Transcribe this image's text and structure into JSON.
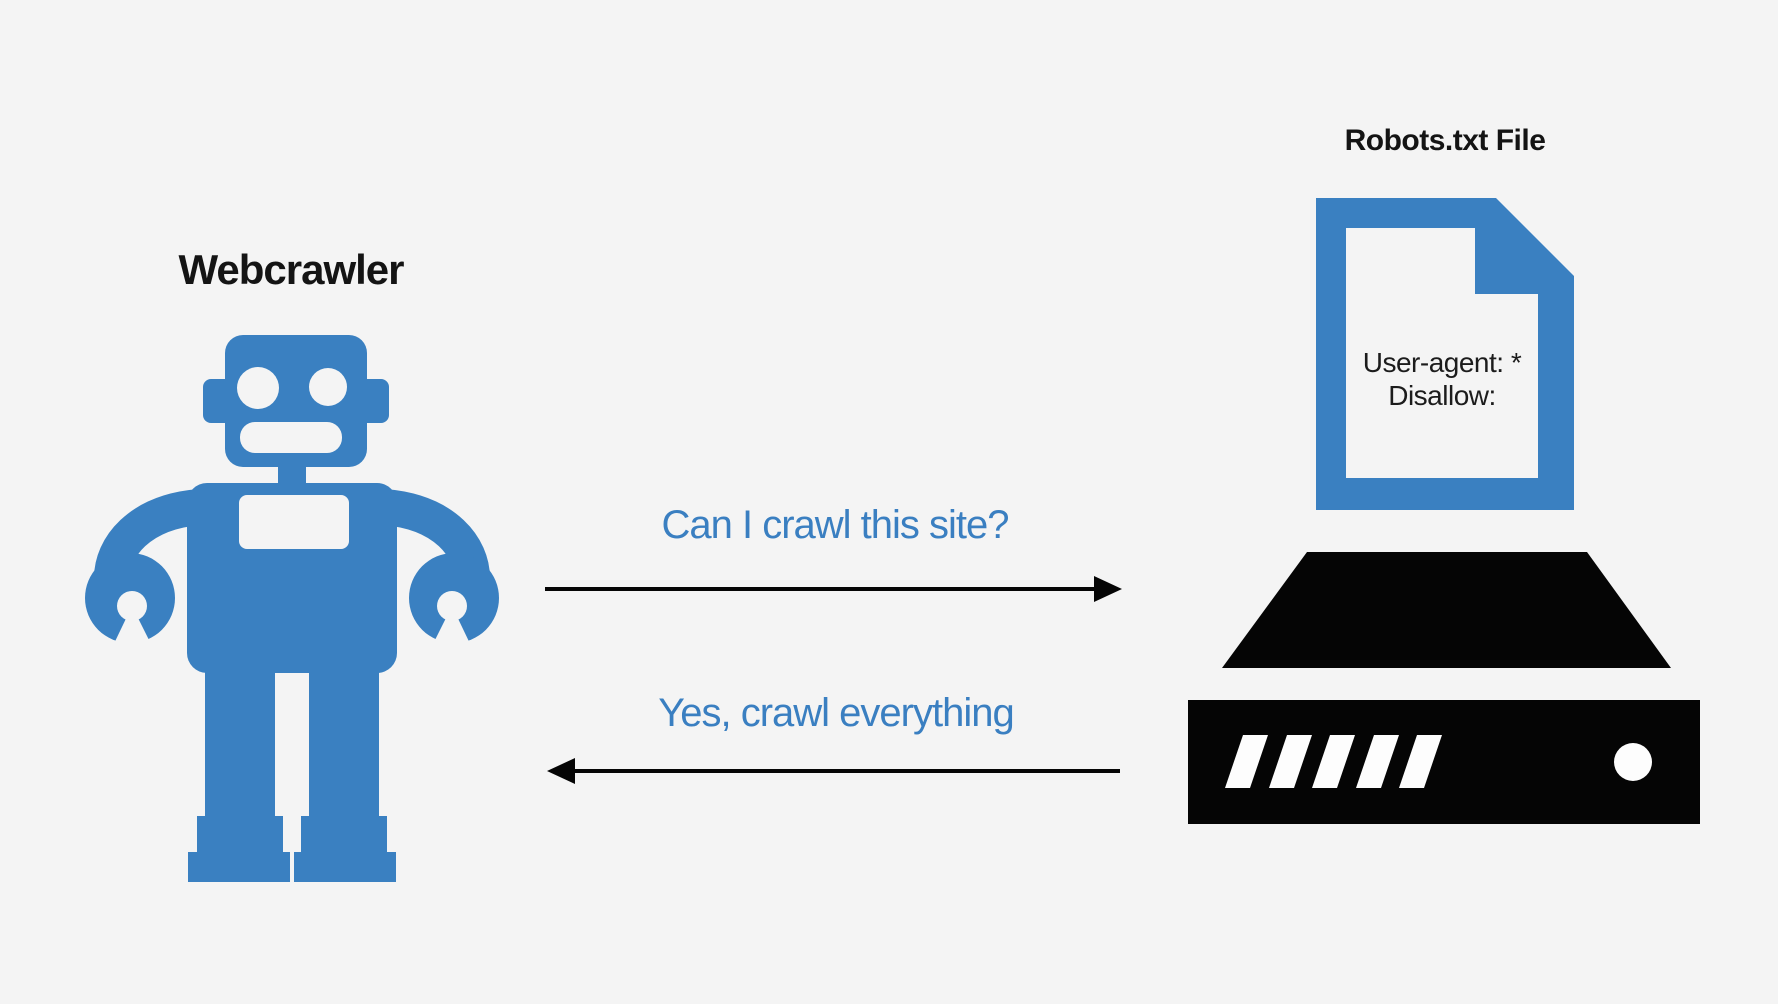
{
  "labels": {
    "webcrawler": "Webcrawler",
    "robots_file": "Robots.txt File"
  },
  "file": {
    "line1": "User-agent: *",
    "line2": "Disallow:"
  },
  "messages": {
    "request": "Can I crawl this site?",
    "response": "Yes, crawl everything"
  },
  "colors": {
    "accent_blue": "#3a80c1",
    "text_blue": "#3a7fc1",
    "icon_black": "#050505",
    "label_black": "#141414",
    "background": "#f4f4f4",
    "stripe_white": "#fdfdfd"
  },
  "icons": {
    "webcrawler": "robot-icon",
    "robots_txt": "document-icon",
    "website": "server-icon",
    "request": "arrow-right-icon",
    "response": "arrow-left-icon"
  }
}
